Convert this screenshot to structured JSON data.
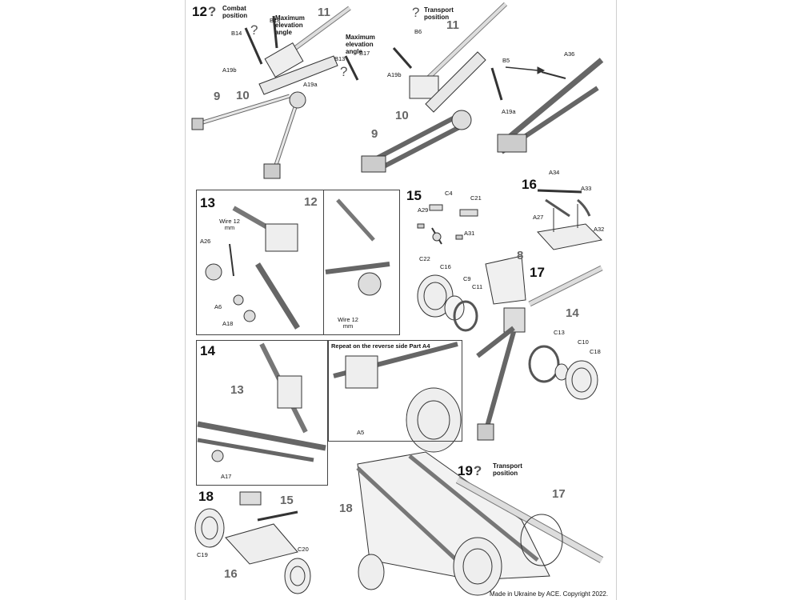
{
  "steps": {
    "s12": {
      "num": "12",
      "note": "Combat position",
      "max1": "Maximum elevation angle",
      "max2": "Maximum elevation angle",
      "parts": [
        "B18",
        "B14",
        "A19b",
        "B13",
        "B17",
        "A19a"
      ],
      "callouts": [
        "11",
        "10",
        "9"
      ]
    },
    "s12b": {
      "note": "Transport position",
      "parts": [
        "B6",
        "A19b",
        "B5",
        "A19a",
        "A36"
      ],
      "callouts": [
        "11",
        "10",
        "9"
      ]
    },
    "s13": {
      "num": "13",
      "wire1": "Wire 12 mm",
      "wire2": "Wire 12 mm",
      "parts": [
        "A26",
        "A6",
        "A18"
      ],
      "callouts": [
        "12"
      ]
    },
    "s14": {
      "num": "14",
      "callouts": [
        "13"
      ],
      "parts": [
        "A17"
      ],
      "repeat": "Repeat on the reverse side Part A4",
      "parts2": [
        "A5"
      ]
    },
    "s15": {
      "num": "15",
      "parts": [
        "C4",
        "C21",
        "A29",
        "A31",
        "C22",
        "C16",
        "C9",
        "C11"
      ]
    },
    "s16": {
      "num": "16",
      "parts": [
        "A34",
        "A33",
        "A27",
        "A32"
      ]
    },
    "s17": {
      "num": "17",
      "callouts": [
        "8",
        "14"
      ],
      "parts": [
        "C13",
        "C10",
        "C18"
      ]
    },
    "s18": {
      "num": "18",
      "callouts": [
        "15",
        "16"
      ],
      "parts": [
        "C19",
        "C20"
      ]
    },
    "s19": {
      "num": "19",
      "note": "Transport position",
      "callouts": [
        "18",
        "17"
      ]
    }
  },
  "footer": "Made in Ukraine by ACE. Copyright 2022."
}
